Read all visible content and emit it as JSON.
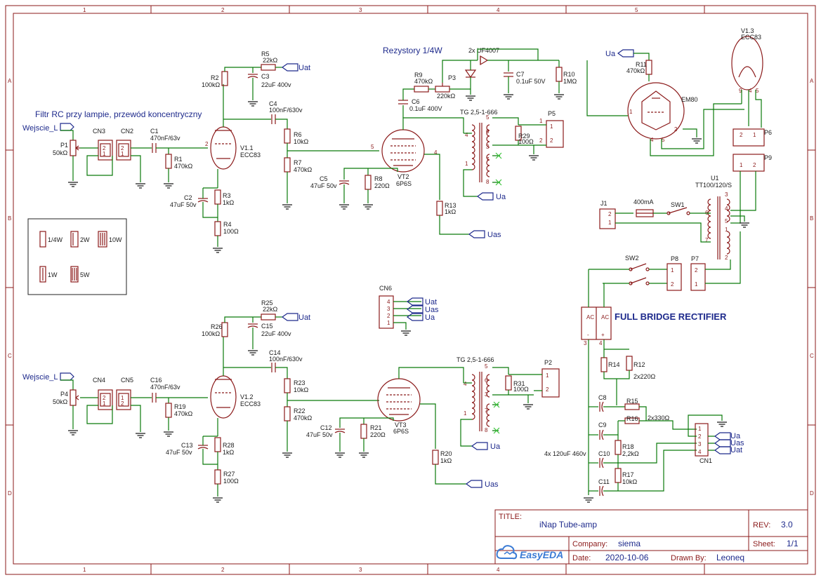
{
  "grid": {
    "columns": [
      "1",
      "2",
      "3",
      "4",
      "5"
    ],
    "rows": [
      "A",
      "B",
      "C",
      "D"
    ]
  },
  "notes": {
    "rc_filter": "Filtr RC przy lampie, przewód koncentryczny",
    "resistors": "Rezystory 1/4W",
    "rectifier": "FULL BRIDGE RECTIFIER"
  },
  "legend": {
    "items": [
      "1/4W",
      "2W",
      "10W",
      "1W",
      "5W"
    ]
  },
  "inputs": {
    "left": "Wejscie_L",
    "right": "Wejscie_L"
  },
  "nets": {
    "uat": "Uat",
    "uas": "Uas",
    "ua": "Ua"
  },
  "channel_top": {
    "p1": [
      "P1",
      "50kΩ"
    ],
    "cn3": "CN3",
    "cn2": "CN2",
    "c1": [
      "C1",
      "470nF/63v"
    ],
    "r1": [
      "R1",
      "470kΩ"
    ],
    "r2": [
      "R2",
      "100kΩ"
    ],
    "r5": [
      "R5",
      "22kΩ"
    ],
    "c3": [
      "C3",
      "22uF 400v"
    ],
    "c4": [
      "C4",
      "100nF/630v"
    ],
    "v1": [
      "V1.1",
      "ECC83"
    ],
    "c2": [
      "C2",
      "47uF 50v"
    ],
    "r3": [
      "R3",
      "1kΩ"
    ],
    "r4": [
      "R4",
      "100Ω"
    ],
    "r6": [
      "R6",
      "10kΩ"
    ],
    "r7": [
      "R7",
      "470kΩ"
    ],
    "c5": [
      "C5",
      "47uF 50v"
    ],
    "r8": [
      "R8",
      "220Ω"
    ],
    "vt2": [
      "VT2",
      "6P6S"
    ],
    "r13": [
      "R13",
      "1kΩ"
    ],
    "c6": [
      "C6",
      "0.1uF 400V"
    ],
    "r9": [
      "R9",
      "470kΩ"
    ],
    "p3": [
      "P3",
      "220kΩ"
    ],
    "diodes": "2x UF4007",
    "c7": [
      "C7",
      "0.1uF 50V"
    ],
    "r10": [
      "R10",
      "1MΩ"
    ],
    "tg": "TG 2,5-1-666",
    "r29": [
      "R29",
      "100Ω"
    ],
    "p5": "P5"
  },
  "channel_bottom": {
    "p4": [
      "P4",
      "50kΩ"
    ],
    "cn4": "CN4",
    "cn5": "CN5",
    "c16": [
      "C16",
      "470nF/63v"
    ],
    "r19": [
      "R19",
      "470kΩ"
    ],
    "r26": [
      "R26",
      "100kΩ"
    ],
    "r25": [
      "R25",
      "22kΩ"
    ],
    "c15": [
      "C15",
      "22uF 400v"
    ],
    "c14": [
      "C14",
      "100nF/630v"
    ],
    "v1": [
      "V1.2",
      "ECC83"
    ],
    "c13": [
      "C13",
      "47uF 50v"
    ],
    "r28": [
      "R28",
      "1kΩ"
    ],
    "r27": [
      "R27",
      "100Ω"
    ],
    "r23": [
      "R23",
      "10kΩ"
    ],
    "r22": [
      "R22",
      "470kΩ"
    ],
    "c12": [
      "C12",
      "47uF 50v"
    ],
    "r21": [
      "R21",
      "220Ω"
    ],
    "vt3": [
      "VT3",
      "6P6S"
    ],
    "r20": [
      "R20",
      "1kΩ"
    ],
    "tg": "TG 2,5-1-666",
    "r31": [
      "R31",
      "100Ω"
    ],
    "p2": "P2"
  },
  "power": {
    "r11": [
      "R11",
      "470kΩ"
    ],
    "em80": "EM80",
    "v13": [
      "V1.3",
      "ECC83"
    ],
    "p6": "P6",
    "p9": "P9",
    "u1": [
      "U1",
      "TT100/120/S"
    ],
    "j1": "J1",
    "fuse": "400mA",
    "sw1": "SW1",
    "sw2": "SW2",
    "p8": "P8",
    "p7": "P7",
    "cn6": "CN6",
    "r14": "R14",
    "r12": [
      "R12",
      "2x220Ω"
    ],
    "c8": "C8",
    "r15": "R15",
    "r16": "R16",
    "r1516": "2x330Ω",
    "c9": "C9",
    "r18": [
      "R18",
      "2,2kΩ"
    ],
    "c10": "C10",
    "c11": "C11",
    "r17": [
      "R17",
      "10kΩ"
    ],
    "caps": "4x 120uF 460v",
    "cn1": "CN1"
  },
  "title_block": {
    "title_label": "TITLE:",
    "title": "iNap Tube-amp",
    "rev_label": "REV:",
    "rev": "3.0",
    "company_label": "Company:",
    "company": "siema",
    "sheet_label": "Sheet:",
    "sheet": "1/1",
    "date_label": "Date:",
    "date": "2020-10-06",
    "drawn_label": "Drawn By:",
    "drawn": "Leoneq",
    "brand": "EasyEDA"
  }
}
